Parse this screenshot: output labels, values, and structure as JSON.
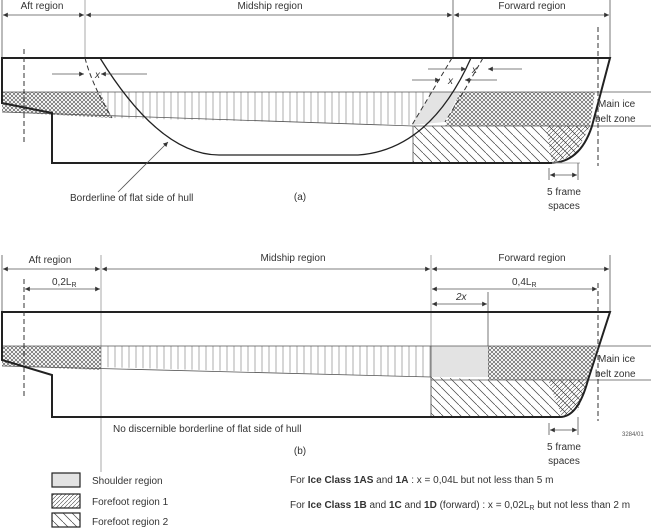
{
  "diagram_a": {
    "aft": "Aft region",
    "mid": "Midship region",
    "fwd": "Forward region",
    "x_label": "x",
    "belt_line1": "Main ice",
    "belt_line2": "belt zone",
    "frames_line1": "5 frame",
    "frames_line2": "spaces",
    "borderline": "Borderline of flat side of hull",
    "caption": "(a)"
  },
  "diagram_b": {
    "aft": "Aft region",
    "mid": "Midship region",
    "fwd": "Forward region",
    "aft_len": "0,2L",
    "fwd_len": "0,4L",
    "sub_r": "R",
    "shoulder_len": "2x",
    "belt_line1": "Main ice",
    "belt_line2": "belt zone",
    "frames_line1": "5 frame",
    "frames_line2": "spaces",
    "no_borderline": "No discernible borderline of flat side of hull",
    "caption": "(b)",
    "figure_id": "3284/01"
  },
  "legend": [
    {
      "label": "Shoulder region"
    },
    {
      "label": "Forefoot region 1"
    },
    {
      "label": "Forefoot region 2"
    }
  ],
  "notes": {
    "n1": {
      "pre": "For ",
      "b1": "Ice Class 1AS",
      "m1": " and ",
      "b2": "1A",
      "post": " : x = 0,04L but not less than 5 m"
    },
    "n2": {
      "pre": "For ",
      "b1": "Ice Class 1B",
      "m1": " and ",
      "b2": "1C",
      "m2": " and ",
      "b3": "1D",
      "post": " (forward) : x =  0,02L",
      "sub": "R",
      "tail": " but not less than 2 m"
    }
  },
  "colors": {
    "shoulder": "#e3e3e3",
    "hull": "#222222"
  }
}
